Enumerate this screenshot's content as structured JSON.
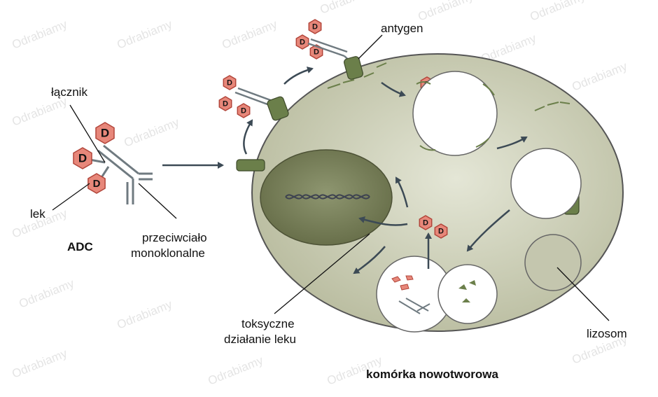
{
  "labels": {
    "linker": "łącznik",
    "drug": "lek",
    "adc": "ADC",
    "antibody_line1": "przeciwciało",
    "antibody_line2": "monoklonalne",
    "antigen": "antygen",
    "toxic_line1": "toksyczne",
    "toxic_line2": "działanie leku",
    "lysosome": "lizosom",
    "cell": "komórka nowotworowa"
  },
  "drug_glyph": "D",
  "watermark": "Odrabiamy",
  "colors": {
    "cell_fill": "#c9cbb4",
    "cell_stroke": "#555555",
    "nucleus_fill": "#7d845c",
    "antigen_fill": "#6b7f4a",
    "antibody_stroke": "#6f7a80",
    "drug_fill": "#e7877a",
    "drug_stroke": "#b2453a",
    "arrow": "#3c4a55",
    "vesicle_fill": "#ffffff"
  }
}
